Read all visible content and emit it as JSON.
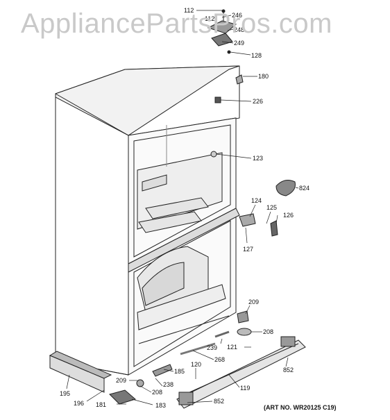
{
  "watermark": "AppliancePartsPros.com",
  "art_number": "(ART NO. WR20125 C19)",
  "callouts": [
    {
      "id": "112",
      "label": "112"
    },
    {
      "id": "112b",
      "label": "112"
    },
    {
      "id": "246",
      "label": "246"
    },
    {
      "id": "248",
      "label": "248"
    },
    {
      "id": "249",
      "label": "249"
    },
    {
      "id": "128",
      "label": "128"
    },
    {
      "id": "180",
      "label": "180"
    },
    {
      "id": "226",
      "label": "226"
    },
    {
      "id": "123",
      "label": "123"
    },
    {
      "id": "824",
      "label": "824"
    },
    {
      "id": "124",
      "label": "124"
    },
    {
      "id": "125",
      "label": "125"
    },
    {
      "id": "126",
      "label": "126"
    },
    {
      "id": "127",
      "label": "127"
    },
    {
      "id": "209",
      "label": "209"
    },
    {
      "id": "208",
      "label": "208"
    },
    {
      "id": "239",
      "label": "239"
    },
    {
      "id": "121",
      "label": "121"
    },
    {
      "id": "268",
      "label": "268"
    },
    {
      "id": "852",
      "label": "852"
    },
    {
      "id": "120",
      "label": "120"
    },
    {
      "id": "185",
      "label": "185"
    },
    {
      "id": "209b",
      "label": "209"
    },
    {
      "id": "238",
      "label": "238"
    },
    {
      "id": "208b",
      "label": "208"
    },
    {
      "id": "119",
      "label": "119"
    },
    {
      "id": "195",
      "label": "195"
    },
    {
      "id": "196",
      "label": "196"
    },
    {
      "id": "181",
      "label": "181"
    },
    {
      "id": "183",
      "label": "183"
    },
    {
      "id": "852b",
      "label": "852"
    }
  ]
}
